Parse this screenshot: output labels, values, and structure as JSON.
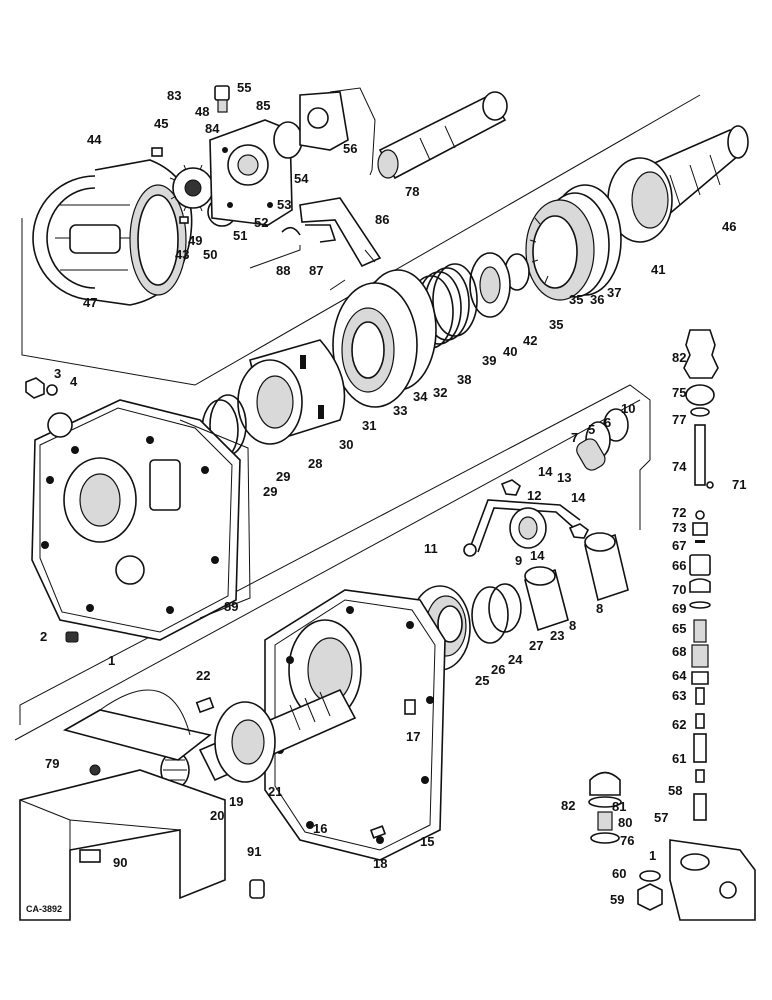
{
  "drawing_code": "CA-3892",
  "colors": {
    "ink": "#111111",
    "paper": "#ffffff",
    "shade": "#d9d9d9"
  },
  "callouts": [
    "83",
    "55",
    "48",
    "85",
    "84",
    "56",
    "45",
    "44",
    "78",
    "54",
    "53",
    "49",
    "50",
    "51",
    "52",
    "43",
    "47",
    "86",
    "88",
    "87",
    "46",
    "41",
    "37",
    "36",
    "35",
    "35",
    "42",
    "40",
    "39",
    "38",
    "32",
    "34",
    "33",
    "31",
    "30",
    "28",
    "29",
    "29",
    "3",
    "4",
    "89",
    "10",
    "6",
    "5",
    "7",
    "14",
    "13",
    "14",
    "12",
    "11",
    "9",
    "14",
    "8",
    "8",
    "23",
    "27",
    "24",
    "26",
    "25",
    "2",
    "1",
    "22",
    "17",
    "79",
    "21",
    "19",
    "20",
    "16",
    "15",
    "90",
    "18",
    "91",
    "82",
    "75",
    "77",
    "74",
    "71",
    "72",
    "73",
    "67",
    "66",
    "70",
    "69",
    "65",
    "68",
    "64",
    "63",
    "62",
    "61",
    "58",
    "82",
    "81",
    "57",
    "80",
    "76",
    "1",
    "60",
    "59"
  ]
}
